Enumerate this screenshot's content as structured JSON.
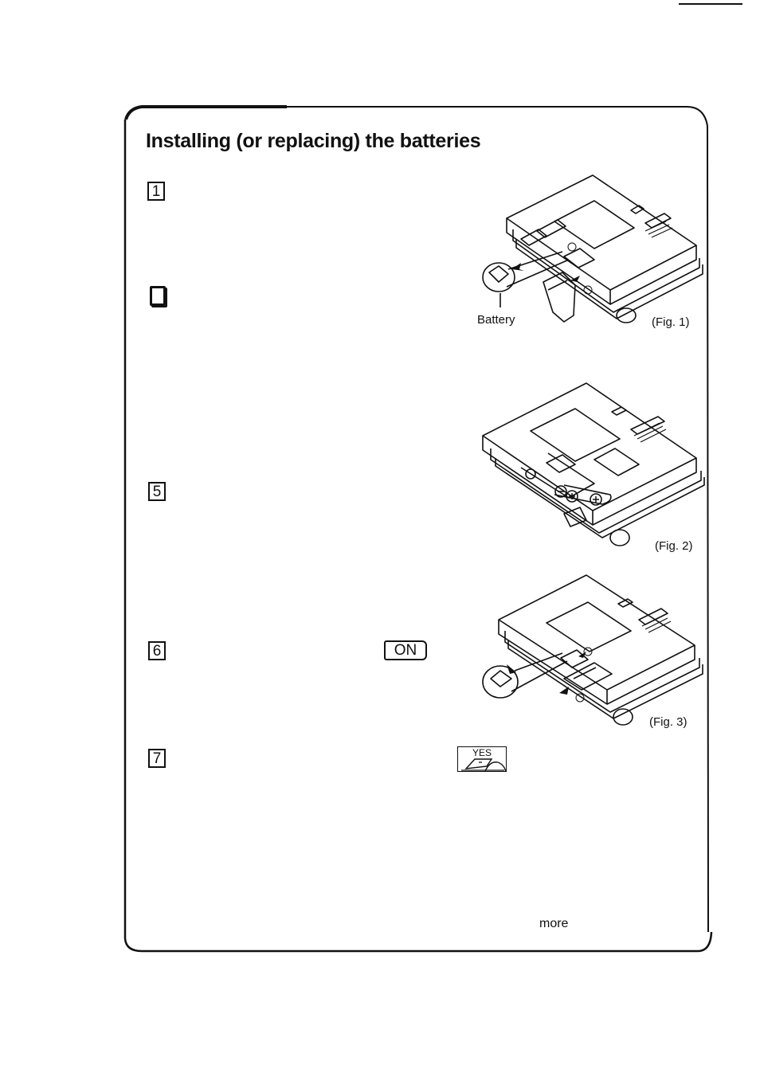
{
  "header": {
    "title": "Installing (or replacing) the batteries"
  },
  "steps": [
    {
      "number": "1"
    },
    {
      "number": "5"
    },
    {
      "number": "6"
    },
    {
      "number": "7"
    }
  ],
  "keys": {
    "on": "ON",
    "yes": "YES"
  },
  "figures": [
    {
      "caption": "(Fig. 1)",
      "callout": "Battery"
    },
    {
      "caption": "(Fig. 2)"
    },
    {
      "caption": "(Fig. 3)"
    }
  ],
  "footer": {
    "continue": "more"
  }
}
